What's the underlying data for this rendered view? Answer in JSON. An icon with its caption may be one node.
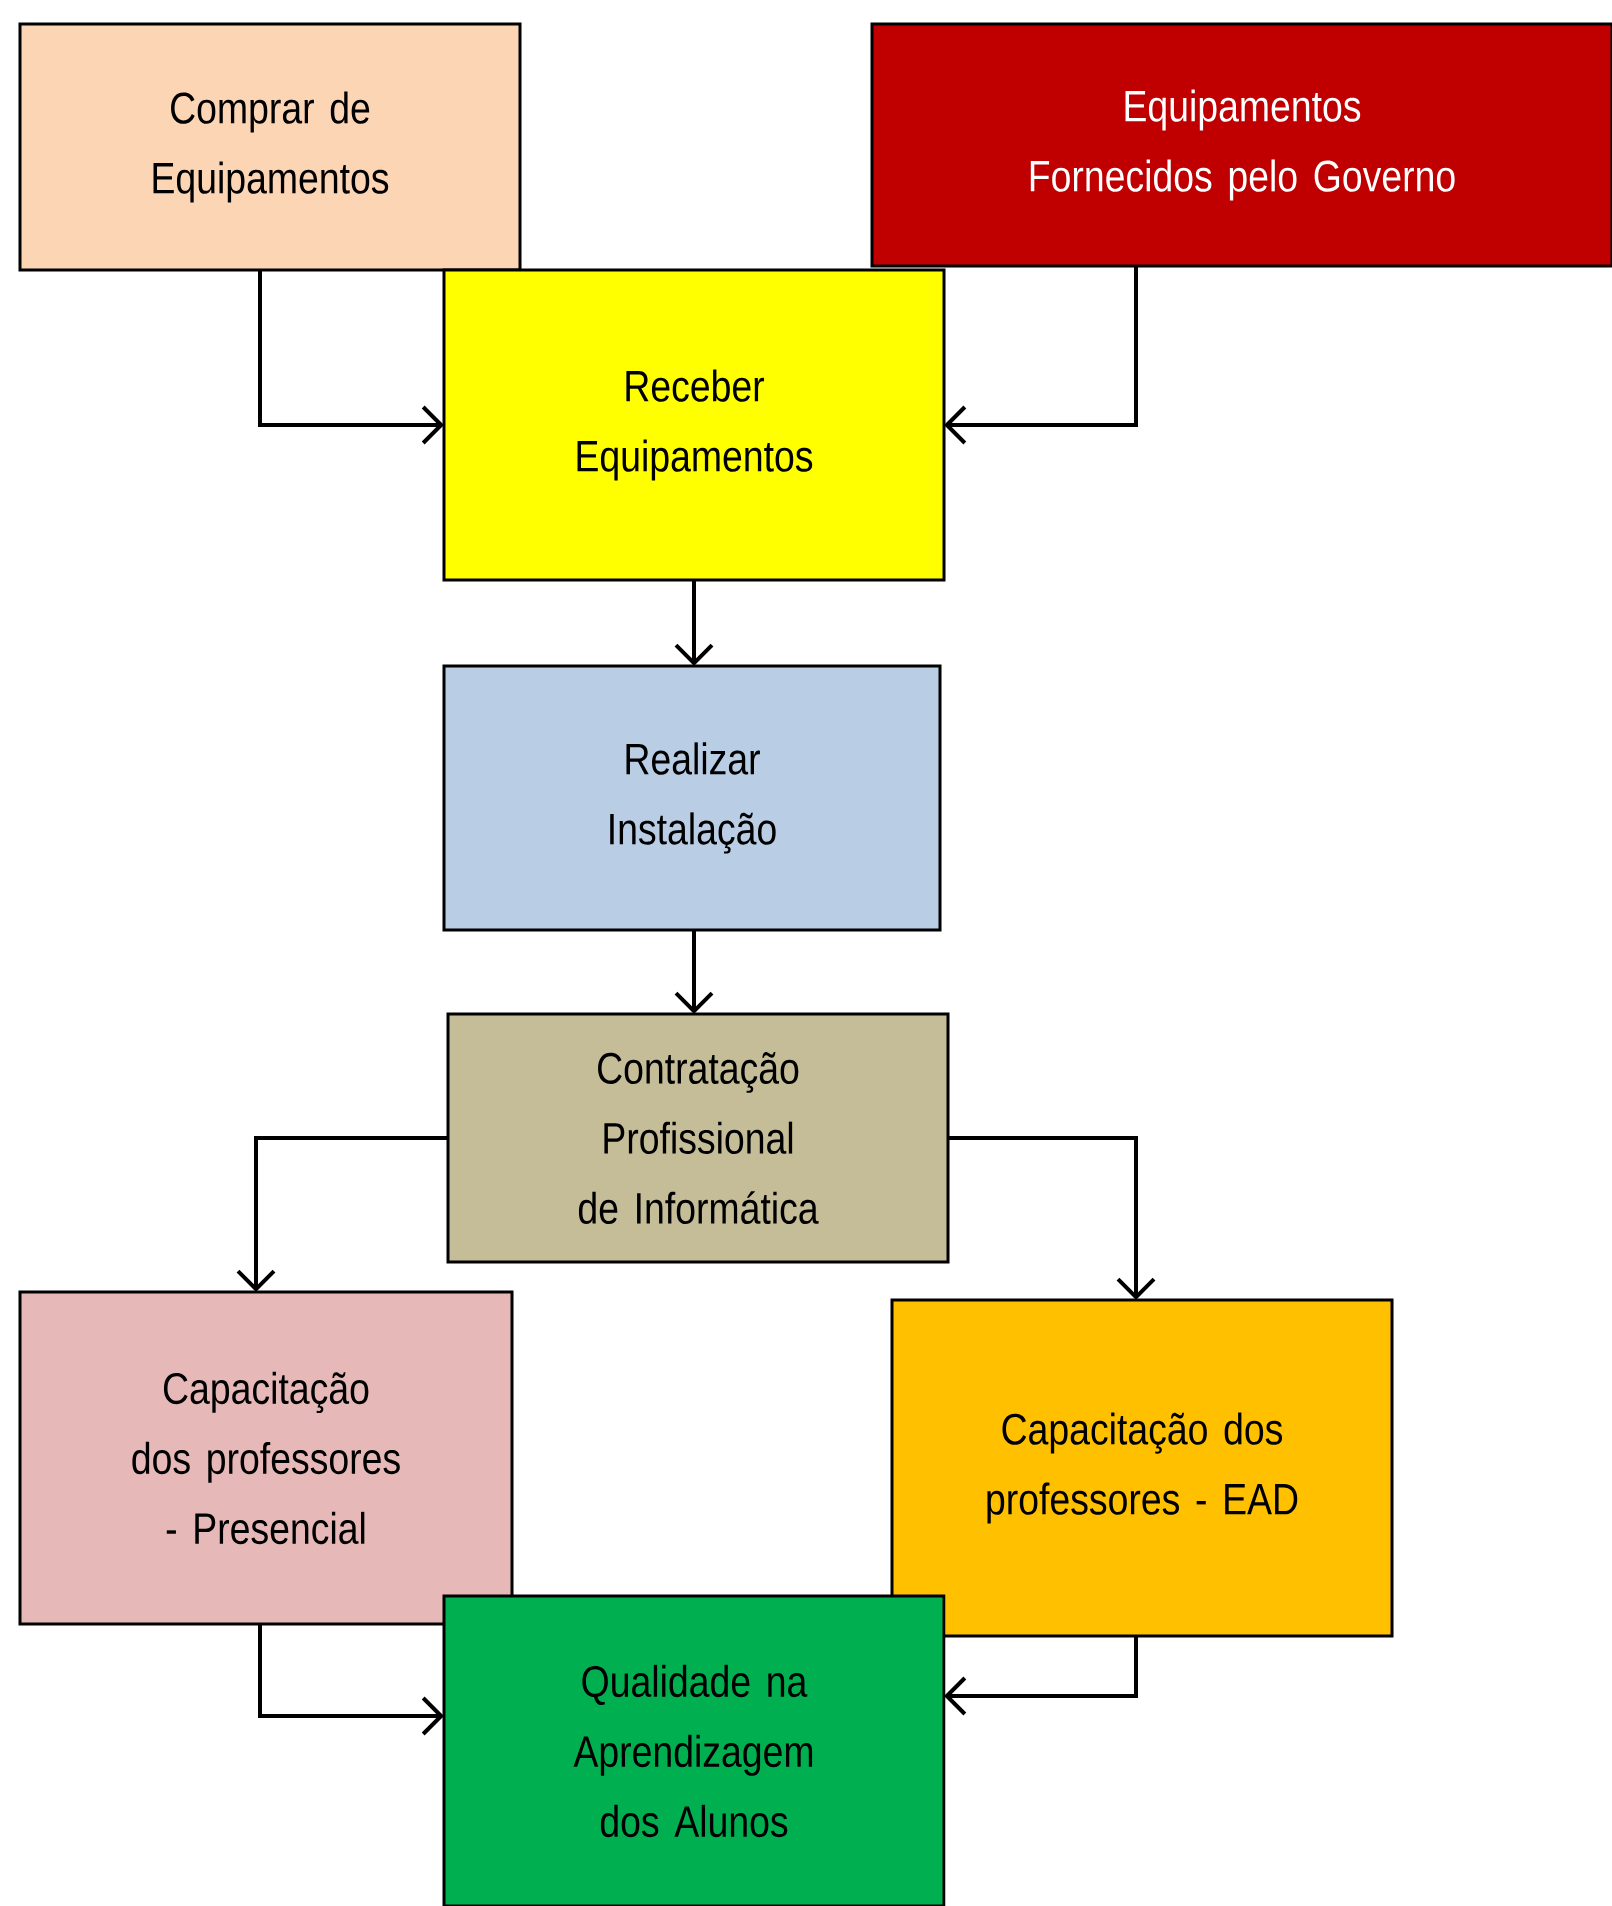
{
  "diagram": {
    "nodes": [
      {
        "text": [
          "Comprar de Equipamentos"
        ]
      },
      {
        "text": [
          "Equipamentos Fornecidos pelo Governo"
        ]
      },
      {
        "text": [
          "Receber Equipamentos"
        ]
      },
      {
        "text": [
          "Realizar Instalação"
        ]
      },
      {
        "text": [
          "Contratação Profissional de Informática"
        ]
      },
      {
        "text": [
          "Capacitação dos professores - Presencial"
        ]
      },
      {
        "text": [
          "Capacitação dos professores - EAD"
        ]
      },
      {
        "text": [
          "Qualidade na Aprendizagem dos Alunos"
        ]
      }
    ],
    "edges": [
      {
        "from": 0,
        "to": 2,
        "arrow": "to"
      },
      {
        "from": 1,
        "to": 2,
        "arrow": "to"
      },
      {
        "from": 2,
        "to": 3,
        "arrow": "to"
      },
      {
        "from": 3,
        "to": 4,
        "arrow": "to"
      },
      {
        "from": 4,
        "to": 5,
        "arrow": "to"
      },
      {
        "from": 4,
        "to": 6,
        "arrow": "to"
      },
      {
        "from": 5,
        "to": 7,
        "arrow": "to"
      },
      {
        "from": 6,
        "to": 7,
        "arrow": "to"
      }
    ]
  }
}
